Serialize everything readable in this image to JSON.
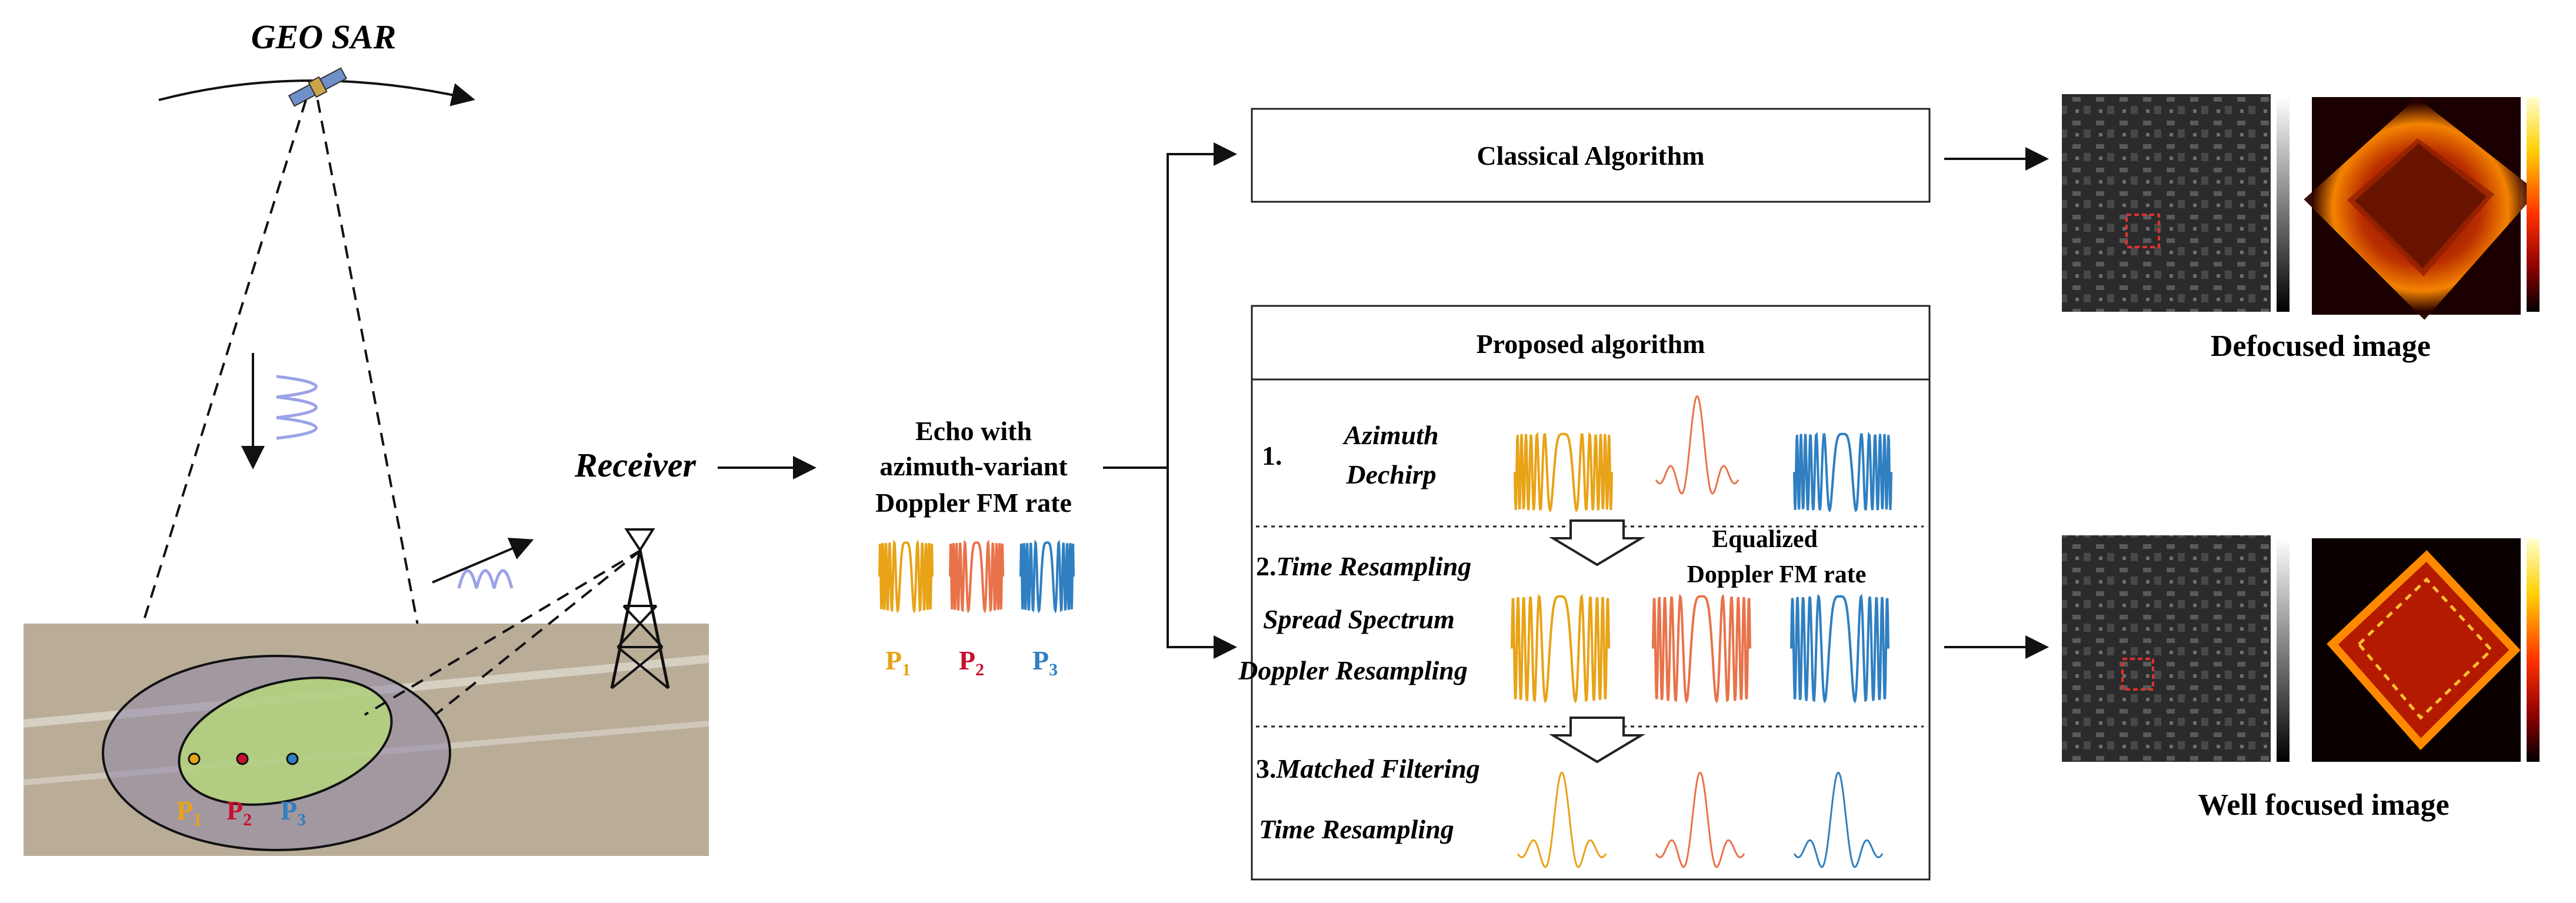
{
  "satellite": {
    "label": "GEO SAR"
  },
  "receiver": {
    "label": "Receiver"
  },
  "scene_points": {
    "p1": "P",
    "p1_sub": "1",
    "p2": "P",
    "p2_sub": "2",
    "p3": "P",
    "p3_sub": "3"
  },
  "echo": {
    "line1": "Echo with",
    "line2": "azimuth-variant",
    "line3": "Doppler FM rate",
    "p1": "P",
    "p1_sub": "1",
    "p2": "P",
    "p2_sub": "2",
    "p3": "P",
    "p3_sub": "3"
  },
  "classical": {
    "title": "Classical Algorithm"
  },
  "proposed": {
    "title": "Proposed algorithm",
    "step1_num": "1.",
    "step1_line1": "Azimuth",
    "step1_line2": "Dechirp",
    "step2_num": "2.",
    "step2_line1": "Time Resampling",
    "step2_line2": "Spread Spectrum",
    "step2_line3": "Doppler Resampling",
    "equalized_line1": "Equalized",
    "equalized_line2": "Doppler FM rate",
    "step3_num": "3.",
    "step3_line1": "Matched Filtering",
    "step3_line2": "Time Resampling"
  },
  "outputs": {
    "defocused_caption": "Defocused image",
    "focused_caption": "Well focused image"
  },
  "colors": {
    "p1": "#e8a317",
    "p2": "#c8102e",
    "p3": "#2f7fc1",
    "orange_signal": "#e8734a",
    "ground": "#b9ad98",
    "footprint_outer": "#8f86a8",
    "footprint_inner": "#b7d97a"
  }
}
